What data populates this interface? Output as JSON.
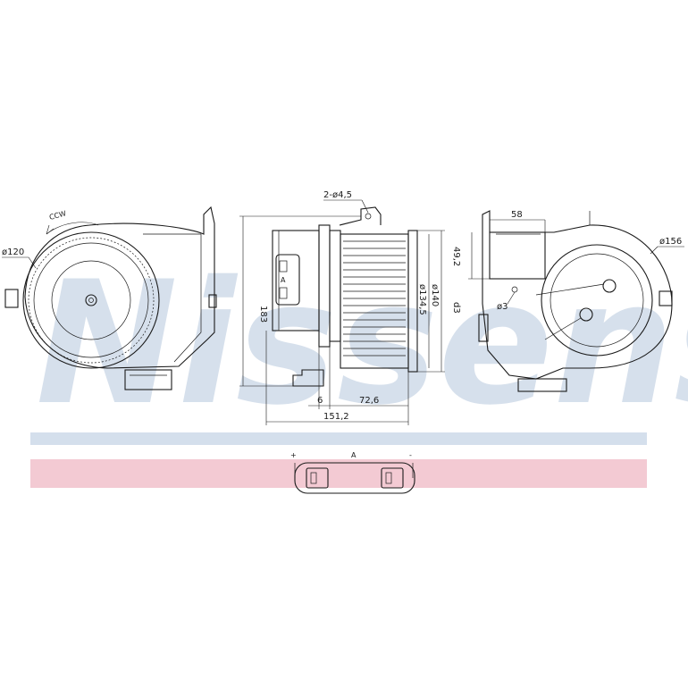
{
  "watermark": {
    "text": "Nissens"
  },
  "colors": {
    "band_top": "#d4dfec",
    "band_bottom": "#f3cad3",
    "line": "#1a1a1a",
    "watermark": "#c9d6e6"
  },
  "front_view": {
    "rotation_label": "CCW",
    "diameter_label": "ø120"
  },
  "side_view": {
    "mount_hole_label": "2-ø4,5",
    "height_label": "183",
    "diam_outer_label": "ø140",
    "diam_inner_label": "ø134,5",
    "offset_label": "6",
    "depth_label": "72,6",
    "overall_label": "151,2",
    "connector_label": "A"
  },
  "rear_view": {
    "width_label": "58",
    "height_label": "49,2",
    "hole_label": "ø3",
    "hole_label_2": "d3",
    "diameter_label": "ø156"
  },
  "connector_detail": {
    "plus_label": "+",
    "minus_label": "-",
    "pin_label": "A"
  }
}
